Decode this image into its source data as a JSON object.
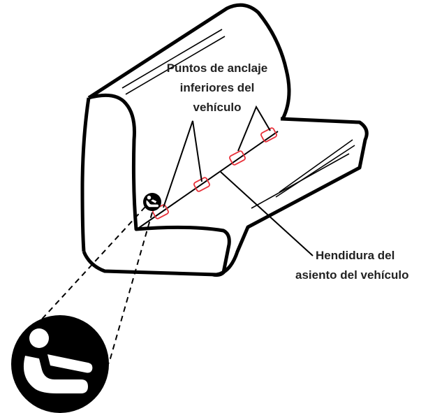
{
  "labels": {
    "anchors_line1": "Puntos de anclaje",
    "anchors_line2": "inferiores del",
    "anchors_line3": "vehículo",
    "crease_line1": "Hendidura del",
    "crease_line2": "asiento del vehículo"
  },
  "colors": {
    "outline": "#000000",
    "anchor": "#e8313a",
    "text": "#222222",
    "background": "#ffffff"
  },
  "icons": {
    "small": "car-seat-anchor-icon",
    "large": "car-seat-anchor-icon"
  }
}
